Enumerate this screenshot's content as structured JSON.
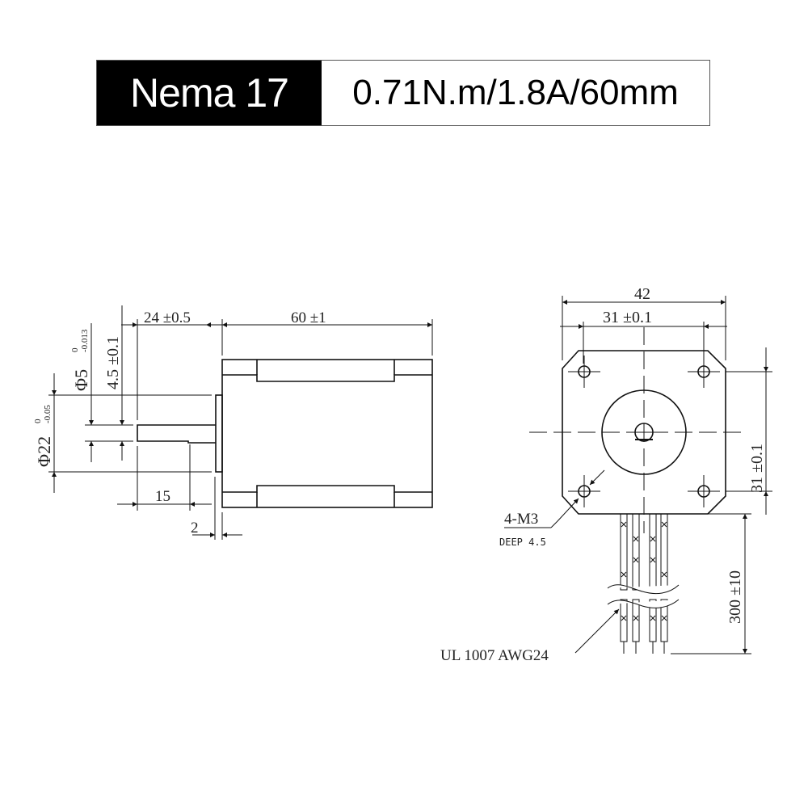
{
  "title": {
    "model": "Nema 17",
    "spec": "0.71N.m/1.8A/60mm"
  },
  "side_view": {
    "shaft_length": "24 ±0.5",
    "body_length": "60 ±1",
    "shaft_flat": "4.5 ±0.1",
    "shaft_diameter": "Φ5",
    "shaft_diameter_tol_upper": "0",
    "shaft_diameter_tol_lower": "-0.013",
    "boss_diameter": "Φ22",
    "boss_diameter_tol_upper": "0",
    "boss_diameter_tol_lower": "-0.05",
    "flat_length": "15",
    "boss_height": "2"
  },
  "front_view": {
    "width": "42",
    "hole_spacing_h": "31 ±0.1",
    "hole_spacing_v": "31 ±0.1",
    "mount_holes": "4-M3",
    "hole_depth": "DEEP 4.5",
    "lead_length": "300 ±10",
    "wire_spec": "UL 1007 AWG24"
  },
  "colors": {
    "line": "#111111",
    "title_bg": "#000000",
    "title_fg": "#ffffff"
  }
}
